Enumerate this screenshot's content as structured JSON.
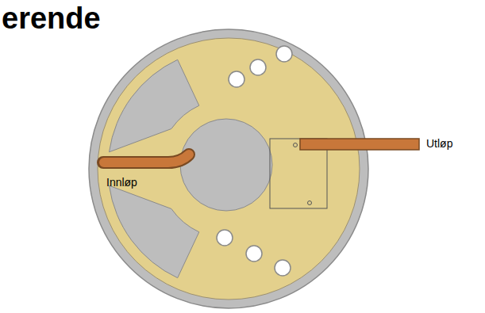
{
  "diagram": {
    "title": "erende",
    "labels": [
      "Innløp",
      "Utløp"
    ]
  }
}
